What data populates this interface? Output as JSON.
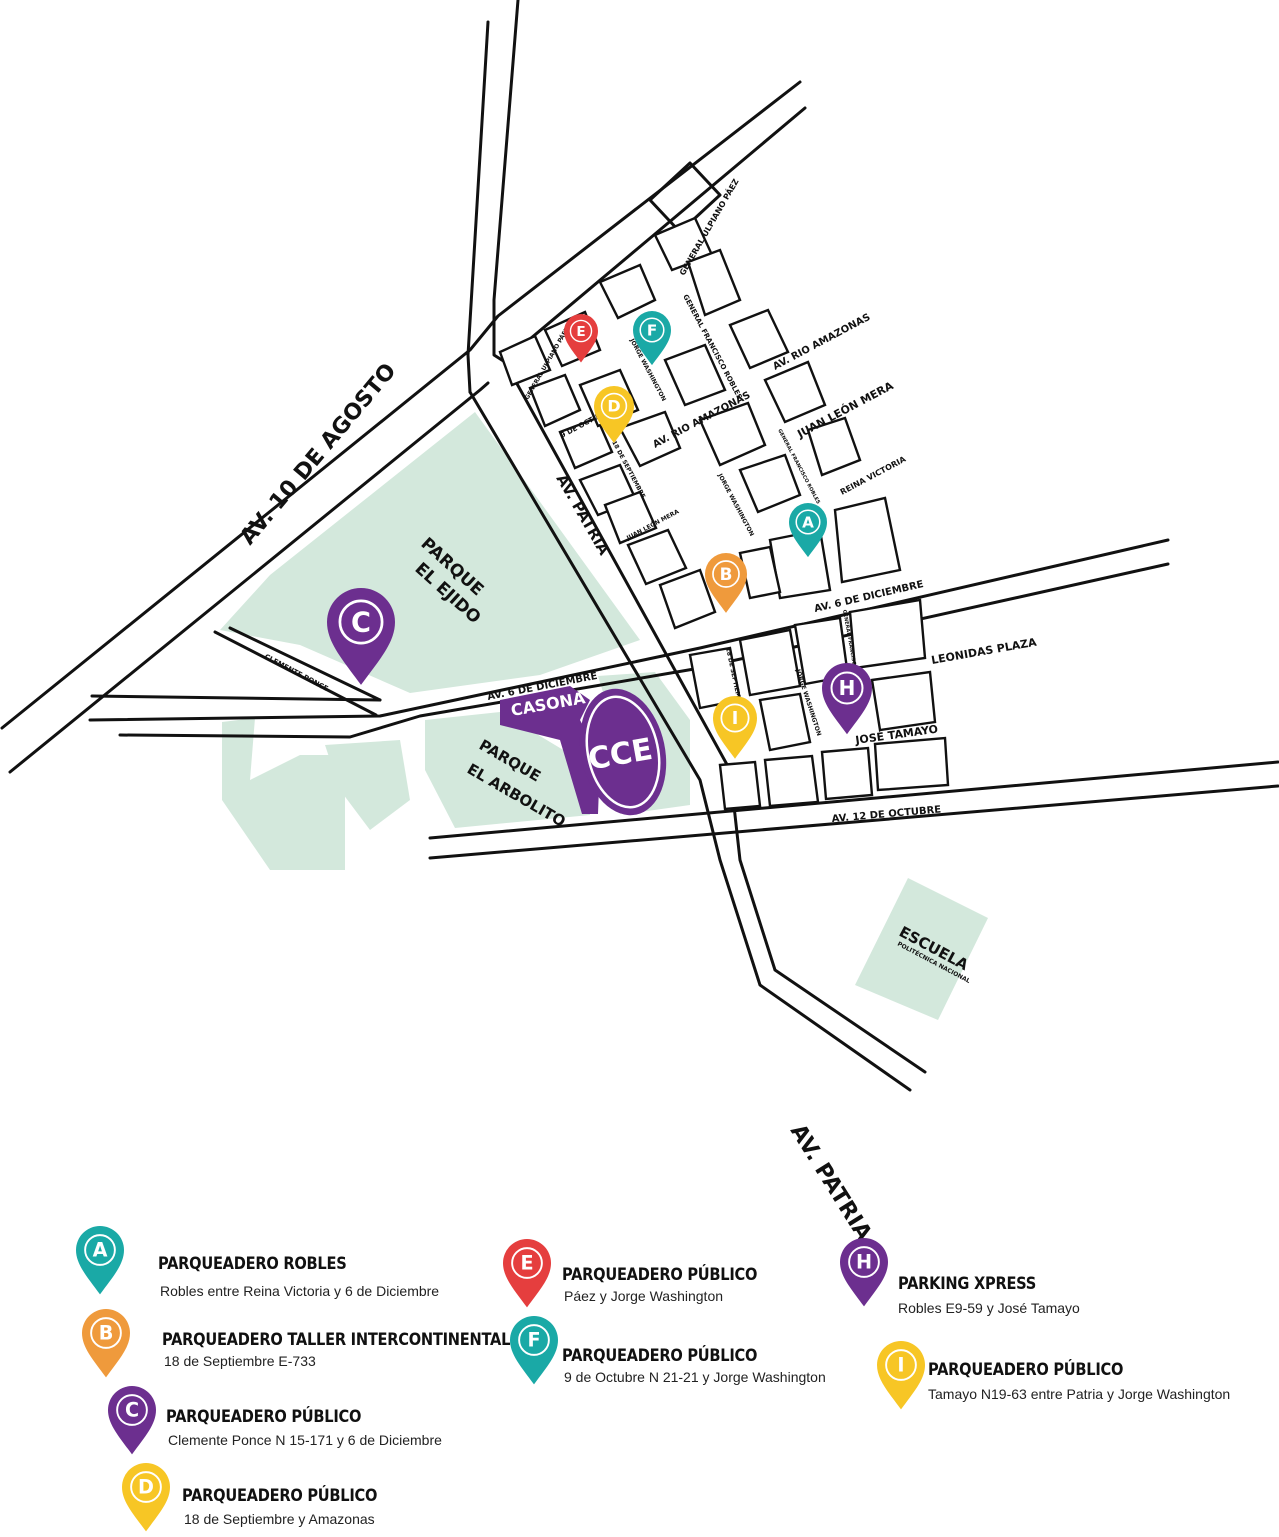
{
  "streets": {
    "av_10_de_agosto": "AV. 10 DE AGOSTO",
    "av_patria": "AV. PATRIA",
    "av_6_de_diciembre": "AV. 6 DE DICIEMBRE",
    "av_12_de_octubre": "AV. 12 DE OCTUBRE",
    "av_rio_amazonas": "AV. RIO AMAZONAS",
    "juan_leon_mera": "JUAN LEÓN MERA",
    "juan_leon_mera_small": "JUAN LEÓN MERA",
    "reina_victoria": "REINA VICTORIA",
    "leonidas_plaza": "LEONIDAS PLAZA",
    "jose_tamayo": "JOSÉ TAMAYO",
    "clemente_ponce": "CLEMENTE PONCE",
    "general_ulpiano_paez": "GENERAL ULPIANO PÁEZ",
    "general_francisco_robles": "GENERAL FRANCISCO ROBLES",
    "jorge_washington": "JORGE WASHINGTON",
    "nueve_de_octubre": "9 DE OCTUBRE",
    "dieciocho_de_septiembre": "18 DE SEPTIEMBRE"
  },
  "places": {
    "parque_el_ejido": [
      "PARQUE",
      "EL EJIDO"
    ],
    "parque_el_arbolito": [
      "PARQUE",
      "EL ARBOLITO"
    ],
    "casona": "CASONA",
    "cce": "CCE",
    "escuela": "ESCUELA",
    "escuela_sub": "POLITÉCNICA NACIONAL"
  },
  "colors": {
    "teal": "#1aa9a6",
    "orange": "#ef9a3c",
    "purple": "#6c2f8f",
    "red": "#e53e3e",
    "yellow": "#f7c625",
    "park": "#d3e8dc",
    "road": "#111111"
  },
  "pins": [
    {
      "letter": "A",
      "color": "teal"
    },
    {
      "letter": "B",
      "color": "orange"
    },
    {
      "letter": "C",
      "color": "purple"
    },
    {
      "letter": "D",
      "color": "yellow"
    },
    {
      "letter": "E",
      "color": "red"
    },
    {
      "letter": "F",
      "color": "teal"
    },
    {
      "letter": "H",
      "color": "purple"
    },
    {
      "letter": "I",
      "color": "yellow"
    }
  ],
  "legend": [
    {
      "letter": "A",
      "color": "teal",
      "title": "PARQUEADERO ROBLES",
      "address": "Robles entre Reina Victoria y 6 de Diciembre"
    },
    {
      "letter": "B",
      "color": "orange",
      "title": "PARQUEADERO TALLER INTERCONTINENTAL",
      "address": "18 de Septiembre E-733"
    },
    {
      "letter": "C",
      "color": "purple",
      "title": "PARQUEADERO PÚBLICO",
      "address": "Clemente Ponce N 15-171 y 6 de Diciembre"
    },
    {
      "letter": "D",
      "color": "yellow",
      "title": "PARQUEADERO PÚBLICO",
      "address": "18 de Septiembre y Amazonas"
    },
    {
      "letter": "E",
      "color": "red",
      "title": "PARQUEADERO PÚBLICO",
      "address": "Páez y Jorge Washington"
    },
    {
      "letter": "F",
      "color": "teal",
      "title": "PARQUEADERO PÚBLICO",
      "address": "9 de Octubre N 21-21 y Jorge Washington"
    },
    {
      "letter": "H",
      "color": "purple",
      "title": "PARKING XPRESS",
      "address": "Robles E9-59 y José Tamayo"
    },
    {
      "letter": "I",
      "color": "yellow",
      "title": "PARQUEADERO PÚBLICO",
      "address": "Tamayo N19-63 entre Patria y Jorge Washington"
    }
  ]
}
